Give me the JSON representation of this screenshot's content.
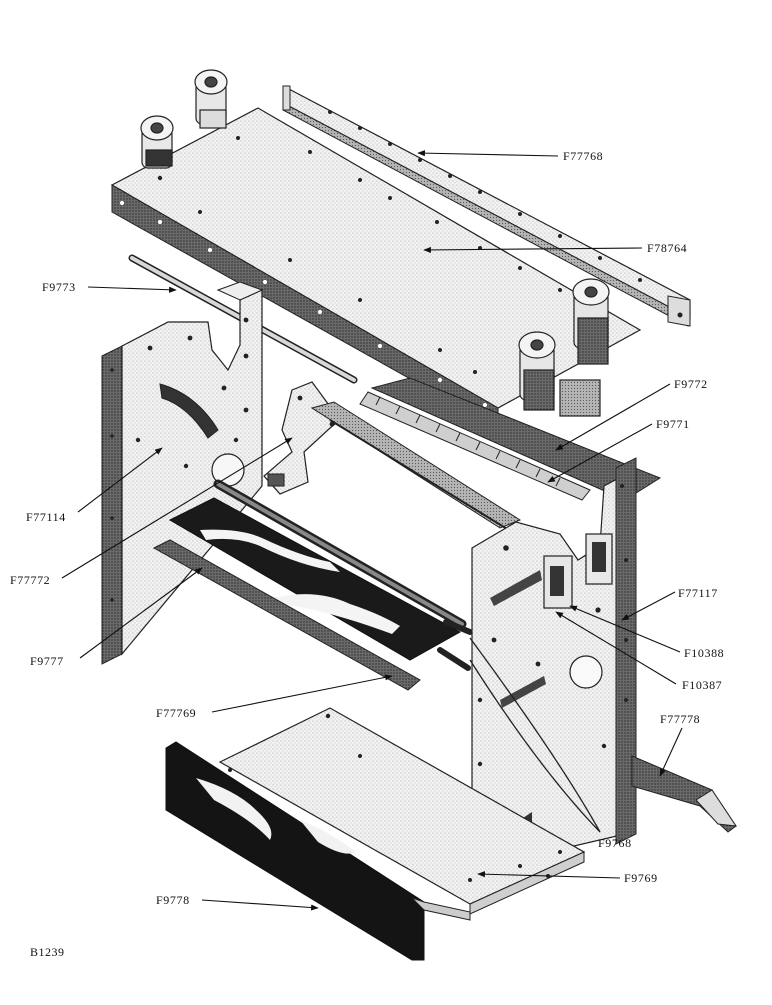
{
  "figure_code": "B1239",
  "parts": [
    {
      "id": "F77768"
    },
    {
      "id": "F78764"
    },
    {
      "id": "F9773"
    },
    {
      "id": "F9772"
    },
    {
      "id": "F9771"
    },
    {
      "id": "F77114"
    },
    {
      "id": "F77772"
    },
    {
      "id": "F9777"
    },
    {
      "id": "F77117"
    },
    {
      "id": "F10388"
    },
    {
      "id": "F10387"
    },
    {
      "id": "F77769"
    },
    {
      "id": "F77778"
    },
    {
      "id": "F9768"
    },
    {
      "id": "F9769"
    },
    {
      "id": "F9778"
    }
  ]
}
